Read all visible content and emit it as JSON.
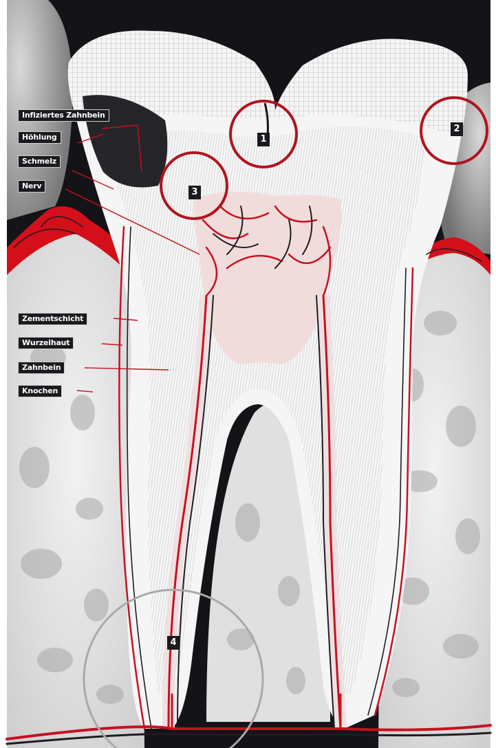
{
  "labels": {
    "infiziertes_zahnbein": "Infiziertes Zahnbein",
    "hoehlung": "Höhlung",
    "schmelz": "Schmelz",
    "nerv": "Nerv",
    "zementschicht": "Zementschicht",
    "wurzelhaut": "Wurzelhaut",
    "zahnbein": "Zahnbein",
    "knochen": "Knochen"
  },
  "markers": {
    "m1": "1",
    "m2": "2",
    "m3": "3",
    "m4": "4"
  },
  "colors": {
    "background_dark": "#141418",
    "bone": "#e6e6e6",
    "gum": "#d40f1a",
    "vessel_red": "#c8101e",
    "vessel_dark": "#1c1c22",
    "circle_red": "#b0141e",
    "circle_grey": "#a9a9a9"
  }
}
